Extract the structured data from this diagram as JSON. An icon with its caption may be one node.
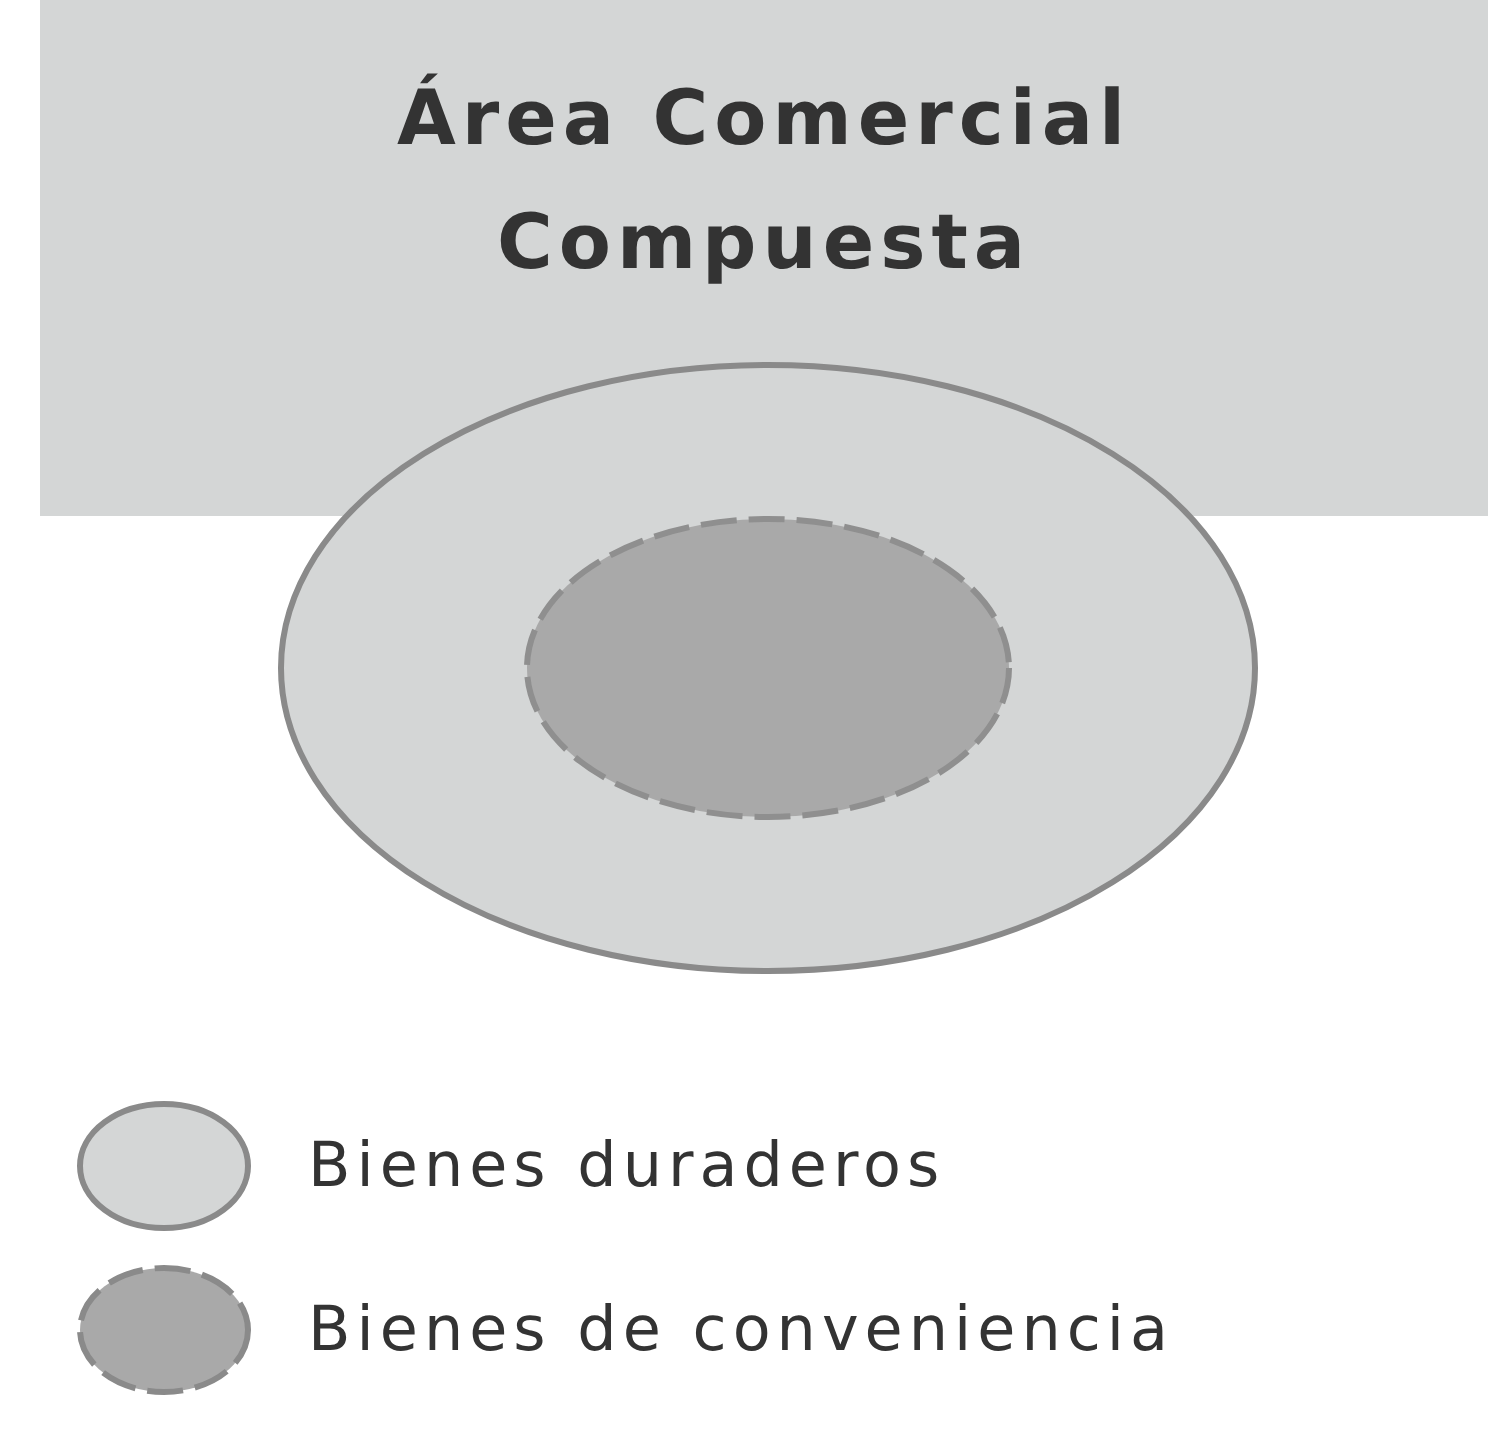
{
  "diagram": {
    "nodes": [
      {
        "text": [
          "Área Comercial Compuesta"
        ]
      },
      {
        "text": [],
        "shape": "ellipse"
      },
      {
        "text": [],
        "shape": "ellipse",
        "in": 1
      }
    ],
    "legend": [
      {
        "text": "Bienes duraderos",
        "color": "#d4d6d6"
      },
      {
        "text": "Bienes de conveniencia",
        "color": "#a9a9a9"
      }
    ]
  }
}
